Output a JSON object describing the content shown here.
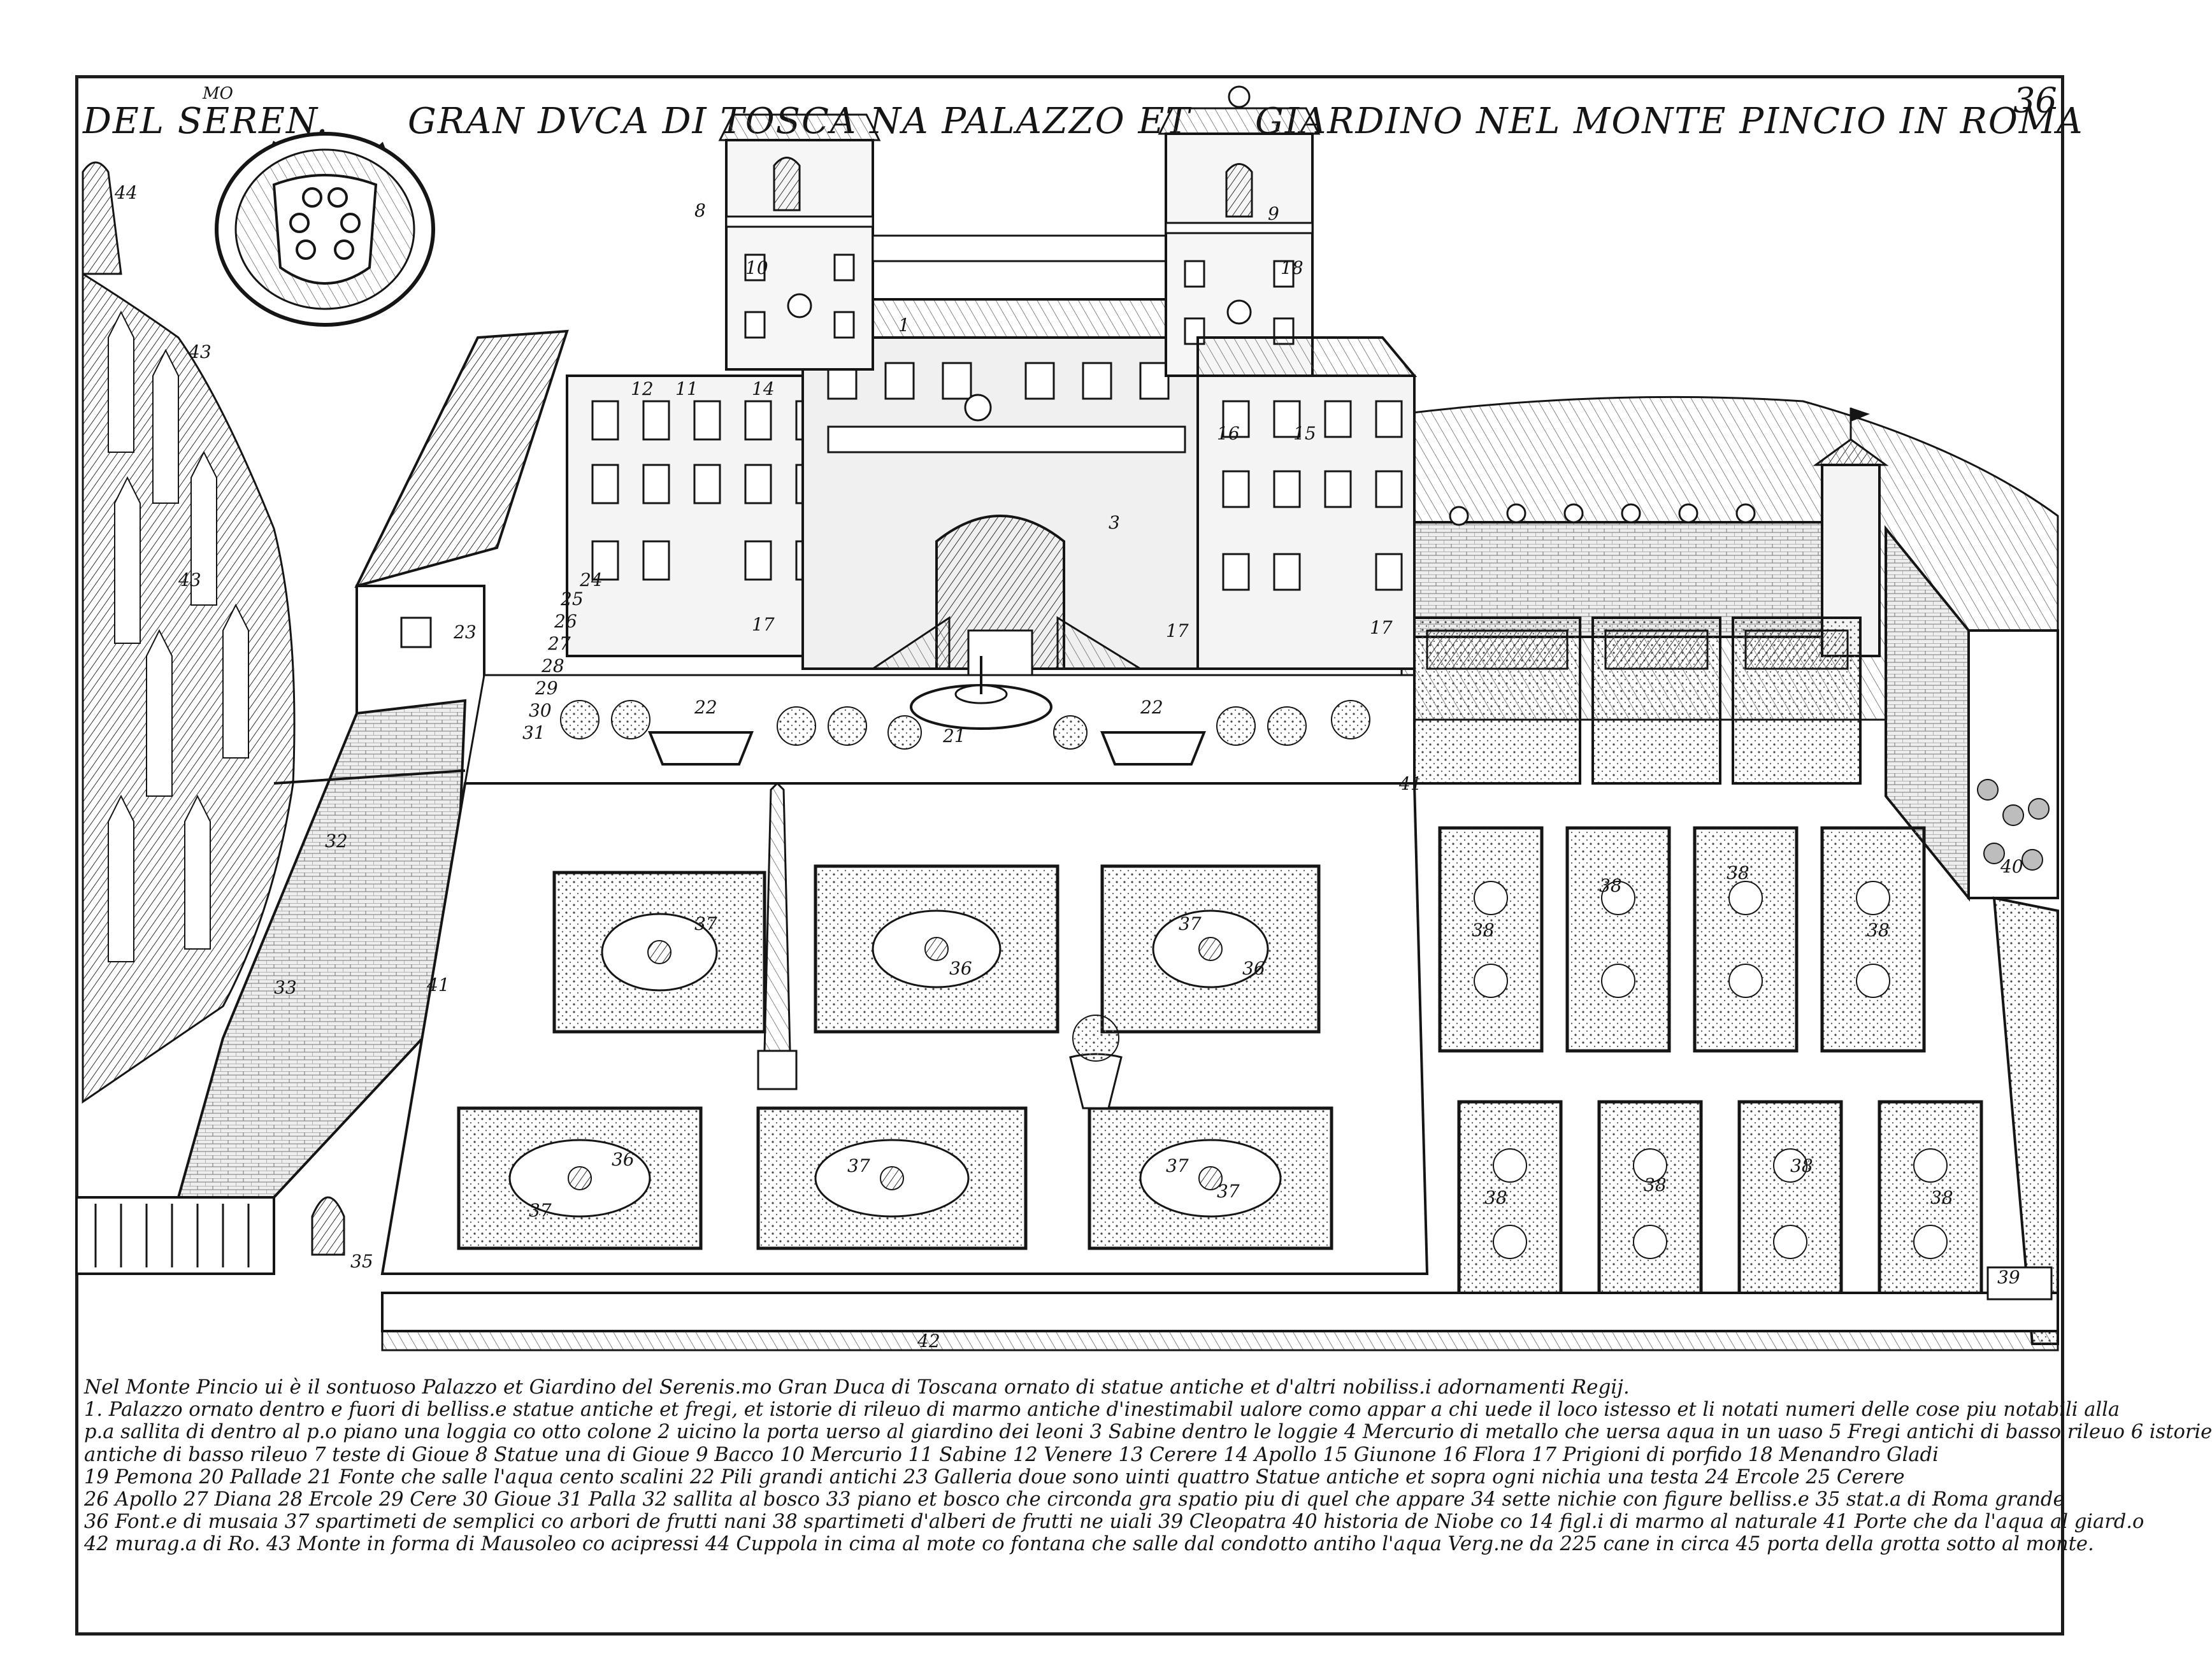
{
  "title": {
    "part_a": "DEL SEREN.",
    "part_a_superscript": "MO",
    "part_b": "GRAN DVCA DI TOSCA NA PALAZZO ET",
    "part_c": "GIARDINO NEL MONTE PINCIO IN ROMA"
  },
  "plate_number": "36",
  "map_labels": [
    "44",
    "43",
    "43",
    "23",
    "8",
    "9",
    "10",
    "18",
    "11",
    "14",
    "12",
    "15",
    "16",
    "1",
    "3",
    "17",
    "17",
    "17",
    "24",
    "25",
    "26",
    "27",
    "28",
    "29",
    "30",
    "31",
    "22",
    "22",
    "21",
    "41",
    "32",
    "33",
    "41",
    "37",
    "37",
    "37",
    "36",
    "36",
    "36",
    "37",
    "37",
    "37",
    "38",
    "38",
    "38",
    "38",
    "38",
    "38",
    "38",
    "38",
    "40",
    "35",
    "42",
    "39"
  ],
  "legend_lines": [
    "Nel Monte Pincio ui è il sontuoso Palazzo et Giardino del Serenis.mo Gran Duca di Toscana ornato di statue antiche et d'altri nobiliss.i adornamenti Regij.",
    "1. Palazzo ornato dentro e fuori di belliss.e statue antiche et fregi, et istorie di rileuo di marmo antiche d'inestimabil ualore como appar a chi uede il loco istesso et li notati numeri delle cose piu notabili alla",
    "p.a sallita di dentro al p.o piano una loggia co otto colone 2 uicino la porta uerso al giardino dei leoni 3 Sabine dentro le loggie 4 Mercurio di metallo che uersa aqua in un uaso 5 Fregi antichi di basso rileuo 6 istorie",
    "antiche di basso rileuo 7 teste di Gioue 8 Statue una di Gioue 9 Bacco 10 Mercurio 11 Sabine 12 Venere 13 Cerere 14 Apollo 15 Giunone 16 Flora 17 Prigioni di porfido 18 Menandro Gladi",
    "19 Pemona 20 Pallade 21 Fonte che salle l'aqua cento scalini 22 Pili grandi antichi 23 Galleria doue sono uinti quattro Statue antiche et sopra ogni nichia una testa 24 Ercole 25 Cerere",
    "26 Apollo 27 Diana 28 Ercole 29 Cere 30 Gioue 31 Palla 32 sallita al bosco 33 piano et bosco che circonda gra spatio piu di quel che appare 34 sette nichie con figure belliss.e 35 stat.a di Roma grande",
    "36 Font.e di musaia 37 spartimeti de semplici co arbori de frutti nani 38 spartimeti d'alberi de frutti ne uiali 39 Cleopatra 40 historia de Niobe co 14 figl.i di marmo al naturale 41 Porte che da l'aqua al giard.o",
    "42 murag.a di Ro. 43 Monte in forma di Mausoleo co acipressi 44 Cuppola in cima al mote co fontana che salle dal condotto antiho l'aqua Verg.ne da 225 cane in circa 45 porta della grotta sotto al monte."
  ],
  "colors": {
    "paper": "#ffffff",
    "ink": "#151515",
    "mid_gray": "#8f8f8f",
    "light_gray": "#d9d9d9"
  }
}
